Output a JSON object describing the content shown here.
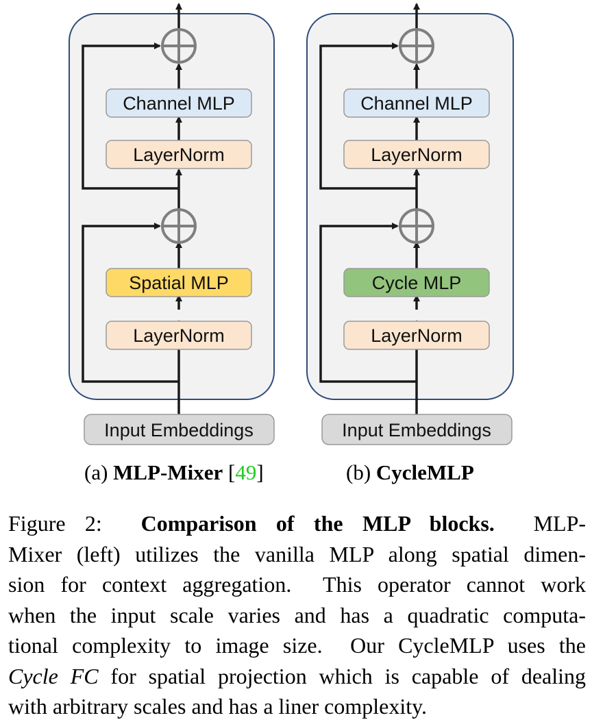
{
  "panels": [
    {
      "blocks": [
        "Channel MLP",
        "LayerNorm",
        "Spatial MLP",
        "LayerNorm"
      ],
      "input": "Input Embeddings",
      "sublabel": {
        "prefix": "(a) ",
        "name": "MLP-Mixer",
        "ref_open": " [",
        "ref": "49",
        "ref_close": "]"
      }
    },
    {
      "blocks": [
        "Channel MLP",
        "LayerNorm",
        "Cycle MLP",
        "LayerNorm"
      ],
      "input": "Input Embeddings",
      "sublabel": {
        "prefix": "(b) ",
        "name": "CycleMLP"
      }
    }
  ],
  "colors": {
    "channel_mlp": "#dbe8f6",
    "layernorm": "#fbe5cf",
    "spatial_mlp": "#ffd966",
    "cycle_mlp": "#93c47d",
    "input": "#d9d9d9",
    "container_fill": "#f2f2f2",
    "container_border": "#2f4c7a",
    "ref_link": "#22cc22"
  },
  "caption": {
    "lines": [
      {
        "label": "Figure 2:",
        "bold": "Comparison of the MLP blocks.",
        "text": "MLP-"
      },
      {
        "text": "Mixer (left) utilizes the vanilla MLP along spatial dimen-"
      },
      {
        "text": "sion for context aggregation.  This operator cannot work"
      },
      {
        "text": "when the input scale varies and has a quadratic computa-"
      },
      {
        "text": "tional complexity to image size.  Our CycleMLP uses the"
      },
      {
        "italic": "Cycle FC",
        "text": " for spatial projection which is capable of dealing"
      },
      {
        "text": "with arbitrary scales and has a liner complexity."
      }
    ]
  }
}
